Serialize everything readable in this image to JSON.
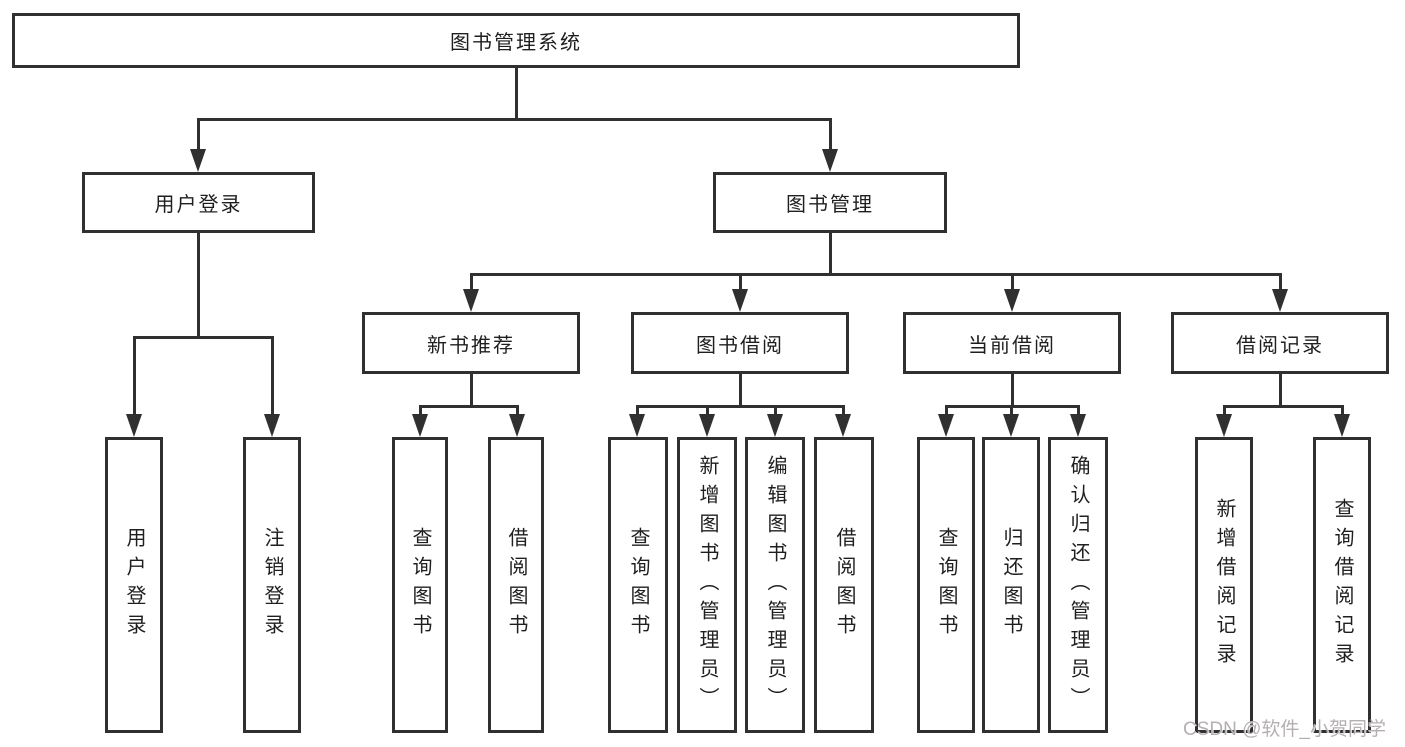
{
  "nodes": {
    "root": {
      "label": "图书管理系统"
    },
    "user_login": {
      "label": "用户登录"
    },
    "book_mgmt": {
      "label": "图书管理"
    },
    "new_book_rec": {
      "label": "新书推荐"
    },
    "book_borrow": {
      "label": "图书借阅"
    },
    "current_borrow": {
      "label": "当前借阅"
    },
    "borrow_records": {
      "label": "借阅记录"
    },
    "leaf_user_login": {
      "label": "用户登录"
    },
    "leaf_logout": {
      "label": "注销登录"
    },
    "leaf_query_book_1": {
      "label": "查询图书"
    },
    "leaf_borrow_book_1": {
      "label": "借阅图书"
    },
    "leaf_query_book_2": {
      "label": "查询图书"
    },
    "leaf_add_book_admin": {
      "label": "新增图书（管理员）"
    },
    "leaf_edit_book_admin": {
      "label": "编辑图书（管理员）"
    },
    "leaf_borrow_book_2": {
      "label": "借阅图书"
    },
    "leaf_query_book_3": {
      "label": "查询图书"
    },
    "leaf_return_book": {
      "label": "归还图书"
    },
    "leaf_confirm_return_admin": {
      "label": "确认归还（管理员）"
    },
    "leaf_add_borrow_record": {
      "label": "新增借阅记录"
    },
    "leaf_query_borrow_record": {
      "label": "查询借阅记录"
    }
  },
  "watermark": "CSDN @软件_小贺同学",
  "colors": {
    "line": "#303030",
    "text": "#1f1f1f",
    "watermark": "#b5b0b0",
    "background": "#ffffff"
  }
}
